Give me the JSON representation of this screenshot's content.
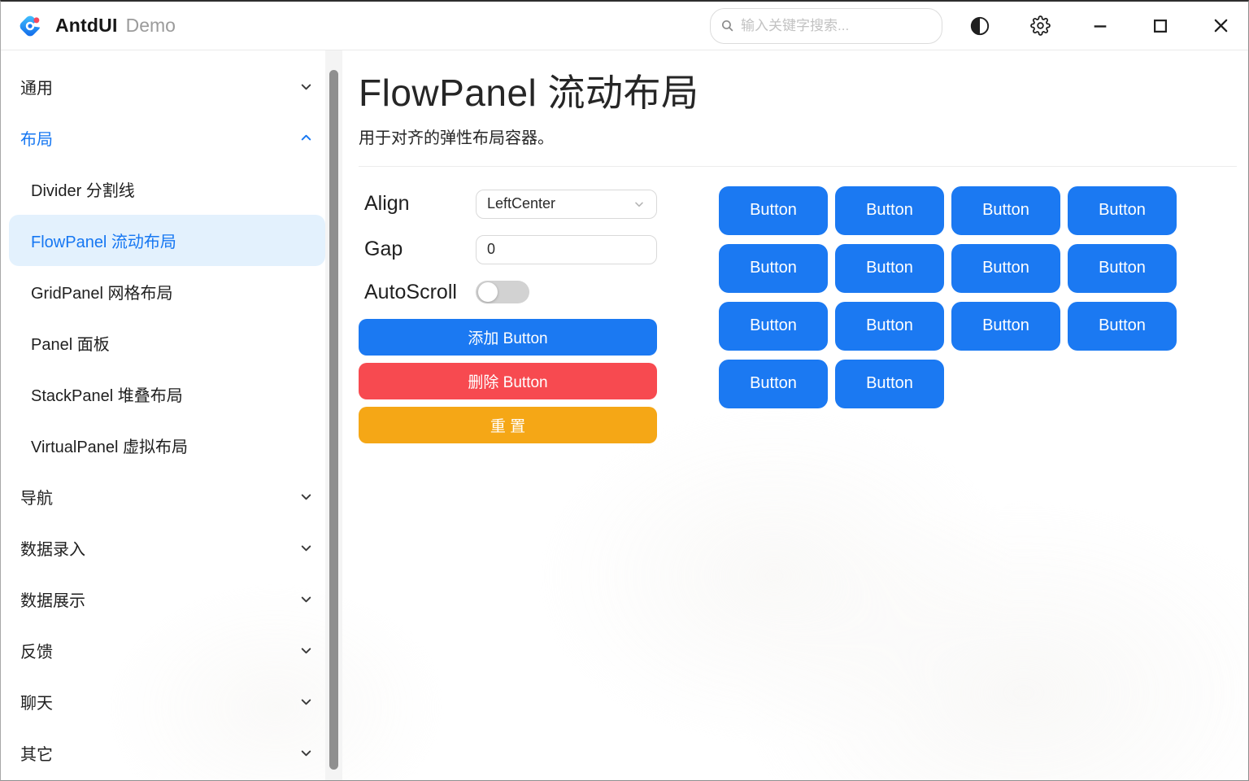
{
  "window": {
    "brand": "AntdUI",
    "brand_sub": "Demo"
  },
  "titlebar": {
    "search_placeholder": "输入关键字搜索...",
    "icons": [
      "theme-contrast",
      "settings-gear",
      "minimize",
      "maximize",
      "close"
    ]
  },
  "sidebar": {
    "items": [
      {
        "label": "通用",
        "type": "group",
        "chevron": "down"
      },
      {
        "label": "布局",
        "type": "group",
        "chevron": "up",
        "active": true
      },
      {
        "label": "Divider 分割线",
        "type": "child"
      },
      {
        "label": "FlowPanel 流动布局",
        "type": "child",
        "selected": true
      },
      {
        "label": "GridPanel 网格布局",
        "type": "child"
      },
      {
        "label": "Panel 面板",
        "type": "child"
      },
      {
        "label": "StackPanel 堆叠布局",
        "type": "child"
      },
      {
        "label": "VirtualPanel 虚拟布局",
        "type": "child"
      },
      {
        "label": "导航",
        "type": "group",
        "chevron": "down"
      },
      {
        "label": "数据录入",
        "type": "group",
        "chevron": "down"
      },
      {
        "label": "数据展示",
        "type": "group",
        "chevron": "down"
      },
      {
        "label": "反馈",
        "type": "group",
        "chevron": "down"
      },
      {
        "label": "聊天",
        "type": "group",
        "chevron": "down"
      },
      {
        "label": "其它",
        "type": "group",
        "chevron": "down"
      }
    ]
  },
  "page": {
    "title": "FlowPanel 流动布局",
    "subtitle": "用于对齐的弹性布局容器。"
  },
  "controls": {
    "align_label": "Align",
    "align_value": "LeftCenter",
    "gap_label": "Gap",
    "gap_value": "0",
    "autoscroll_label": "AutoScroll",
    "autoscroll_on": false,
    "add_label": "添加 Button",
    "remove_label": "删除 Button",
    "reset_label": "重 置"
  },
  "flow": {
    "buttons": [
      "Button",
      "Button",
      "Button",
      "Button",
      "Button",
      "Button",
      "Button",
      "Button",
      "Button",
      "Button",
      "Button",
      "Button",
      "Button",
      "Button"
    ]
  },
  "colors": {
    "primary": "#1b79f2",
    "danger": "#f74a50",
    "warning": "#f5a716",
    "selected_bg": "#e3f1fd",
    "scroll_thumb": "#8f8f8f"
  }
}
